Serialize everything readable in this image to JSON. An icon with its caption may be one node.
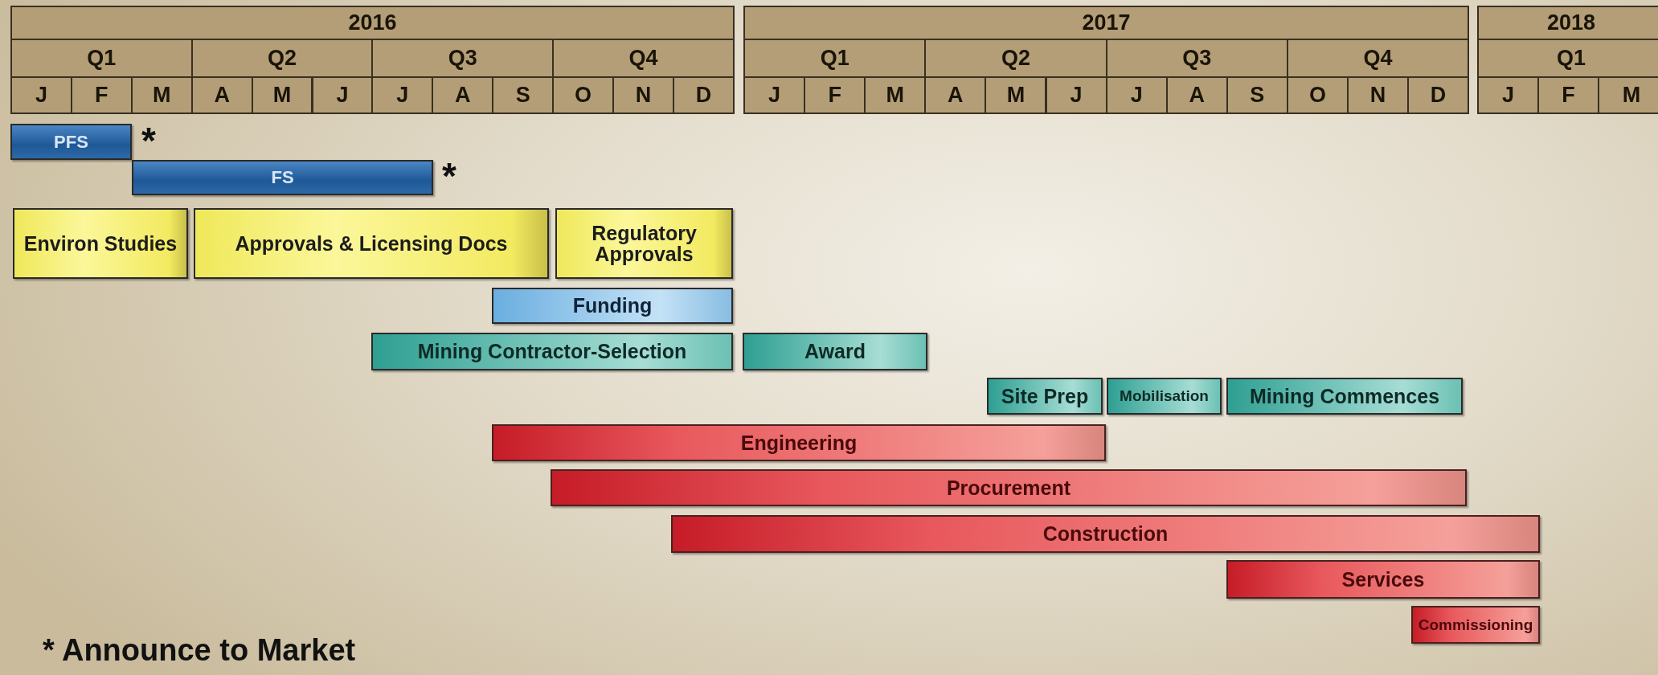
{
  "diagram": {
    "nodes": [
      {
        "text": [
          "PFS"
        ]
      },
      {
        "text": [
          "FS"
        ]
      },
      {
        "text": [
          "Environ Studies"
        ]
      },
      {
        "text": [
          "Approvals & Licensing Docs"
        ]
      },
      {
        "text": [
          "Regulatory Approvals"
        ]
      },
      {
        "text": [
          "Funding"
        ]
      },
      {
        "text": [
          "Mining Contractor-Selection"
        ]
      },
      {
        "text": [
          "Award"
        ]
      },
      {
        "text": [
          "Site Prep"
        ]
      },
      {
        "text": [
          "Mobilisation"
        ]
      },
      {
        "text": [
          "Mining Commences"
        ]
      },
      {
        "text": [
          "Engineering"
        ]
      },
      {
        "text": [
          "Procurement"
        ]
      },
      {
        "text": [
          "Construction"
        ]
      },
      {
        "text": [
          "Services"
        ]
      },
      {
        "text": [
          "Commissioning"
        ]
      }
    ],
    "labels": [
      "2016",
      "2017",
      "2018",
      "Q1",
      "Q2",
      "Q3",
      "Q4",
      "Q1",
      "Q2",
      "Q3",
      "Q4",
      "Q1",
      "J",
      "F",
      "M",
      "A",
      "M",
      "J",
      "J",
      "A",
      "S",
      "O",
      "N",
      "D",
      "J",
      "F",
      "M",
      "A",
      "M",
      "J",
      "J",
      "A",
      "S",
      "O",
      "N",
      "D",
      "J",
      "F",
      "M",
      "*",
      "*",
      "* Announce to Market"
    ]
  }
}
